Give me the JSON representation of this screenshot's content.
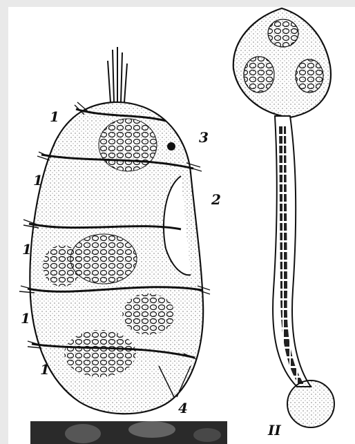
{
  "figure": {
    "background": "#e9e9e9",
    "paper": "#ffffff",
    "ink": "#111111",
    "labels": {
      "ciliary_band_1a": "1",
      "ciliary_band_1b": "1",
      "ciliary_band_1c": "1",
      "ciliary_band_1d": "1",
      "ciliary_band_1e": "1",
      "groove": "2",
      "nucleus": "3",
      "pointer_4": "4",
      "panel_roman": "II"
    }
  }
}
